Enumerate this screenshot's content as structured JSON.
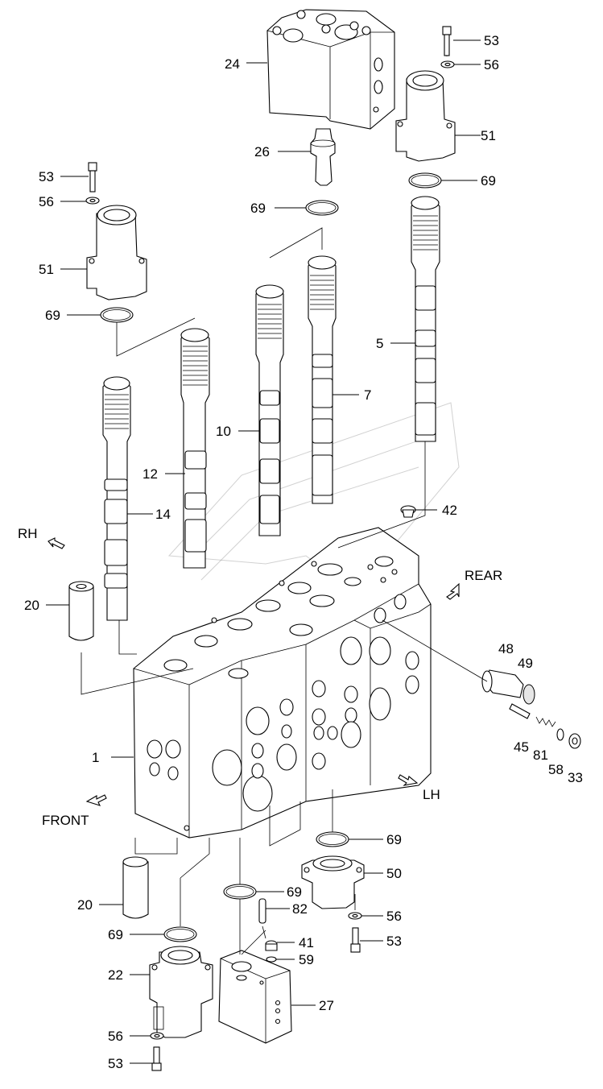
{
  "diagram": {
    "part_labels": {
      "p1": "1",
      "p5": "5",
      "p7": "7",
      "p10": "10",
      "p12": "12",
      "p14": "14",
      "p20a": "20",
      "p20b": "20",
      "p22": "22",
      "p24": "24",
      "p26": "26",
      "p27": "27",
      "p33": "33",
      "p41": "41",
      "p42": "42",
      "p45": "45",
      "p48": "48",
      "p49": "49",
      "p50": "50",
      "p51a": "51",
      "p51b": "51",
      "p53a": "53",
      "p53b": "53",
      "p53c": "53",
      "p53d": "53",
      "p56a": "56",
      "p56b": "56",
      "p56c": "56",
      "p56d": "56",
      "p58": "58",
      "p59": "59",
      "p69a": "69",
      "p69b": "69",
      "p69c": "69",
      "p69d": "69",
      "p69e": "69",
      "p69f": "69",
      "p81": "81",
      "p82": "82"
    },
    "directions": {
      "rh": "RH",
      "rear": "REAR",
      "lh": "LH",
      "front": "FRONT"
    }
  }
}
